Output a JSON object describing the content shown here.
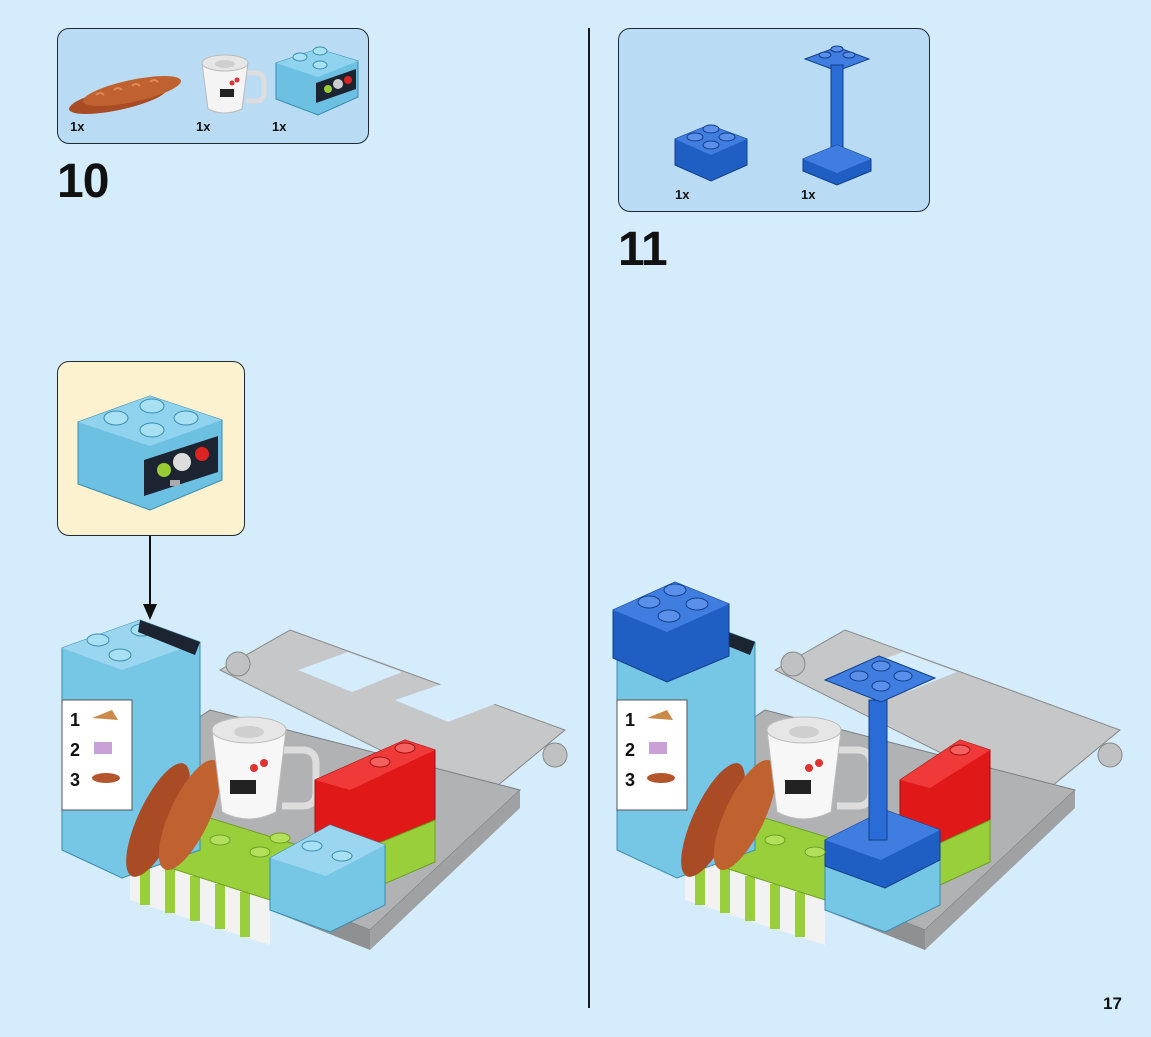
{
  "colors": {
    "background": "#d4ecfb",
    "parts_box": "#b9dcf4",
    "callout": "#fdf2d0",
    "medium_azure": "#76c6e6",
    "blue": "#1f5fc4",
    "red": "#e01818",
    "lime": "#98cf3b",
    "grey": "#a6a8aa",
    "bread": "#b4552c"
  },
  "steps": [
    {
      "number": "10",
      "parts": [
        {
          "icon": "bread-loaf-icon",
          "qty": "1x"
        },
        {
          "icon": "cup-icon",
          "qty": "1x"
        },
        {
          "icon": "coffee-machine-brick-icon",
          "qty": "1x"
        }
      ]
    },
    {
      "number": "11",
      "parts": [
        {
          "icon": "blue-2x2-brick-icon",
          "qty": "1x"
        },
        {
          "icon": "blue-pole-icon",
          "qty": "1x"
        }
      ]
    }
  ],
  "menu_sign": [
    "1",
    "2",
    "3"
  ],
  "page_number": "17"
}
